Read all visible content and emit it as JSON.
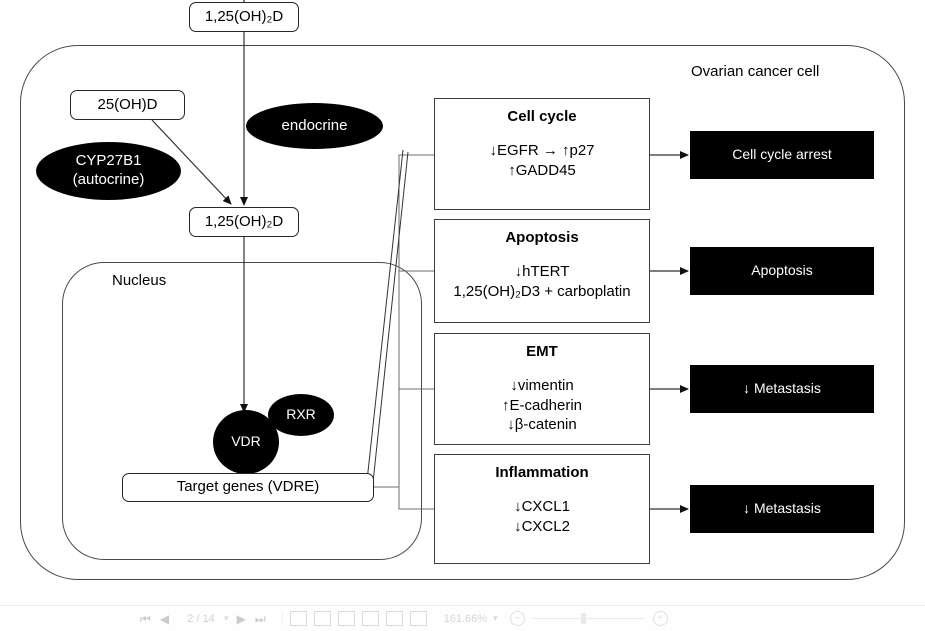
{
  "diagram": {
    "cell_label": "Ovarian cancer cell",
    "nucleus_label": "Nucleus",
    "circulating_ligand": "1,25(OH)₂D",
    "endocrine_label": "endocrine",
    "precursor": "25(OH)D",
    "enzyme_line1": "CYP27B1",
    "enzyme_line2": "(autocrine)",
    "intracellular_ligand": "1,25(OH)₂D",
    "receptor_vdr": "VDR",
    "receptor_rxr": "RXR",
    "target_genes": "Target genes (VDRE)"
  },
  "pathways": [
    {
      "title": "Cell cycle",
      "lines": [
        "↓EGFR → ↑p27",
        "↑GADD45"
      ],
      "outcome": "Cell cycle arrest"
    },
    {
      "title": "Apoptosis",
      "lines": [
        "↓hTERT",
        "1,25(OH)₂D3 + carboplatin"
      ],
      "outcome": "Apoptosis"
    },
    {
      "title": "EMT",
      "lines": [
        "↓vimentin",
        "↑E-cadherin",
        "↓β-catenin"
      ],
      "outcome": "↓ Metastasis"
    },
    {
      "title": "Inflammation",
      "lines": [
        "↓CXCL1",
        "↓CXCL2"
      ],
      "outcome": "↓ Metastasis"
    }
  ],
  "toolbar": {
    "first_page_icon": "⏮",
    "prev_page_icon": "◀",
    "page_value": "2 / 14",
    "page_dropdown_icon": "▾",
    "next_page_icon": "▶",
    "last_page_icon": "⏭",
    "thumbnails_icon": "thumbnails-icon",
    "rotate_icon": "rotate-icon",
    "single_page_icon": "single-page-icon",
    "two_page_icon": "two-page-icon",
    "grid_icon": "grid-icon",
    "outline_icon": "outline-icon",
    "zoom_value": "161.66%",
    "zoom_caret_icon": "▾",
    "zoom_out_icon": "−",
    "zoom_in_icon": "+"
  },
  "colors": {
    "ink": "#000000",
    "stroke": "#3c3c3c",
    "membrane": "#4a4a4a",
    "fill_dark": "#000000",
    "page_bg": "#ffffff"
  }
}
